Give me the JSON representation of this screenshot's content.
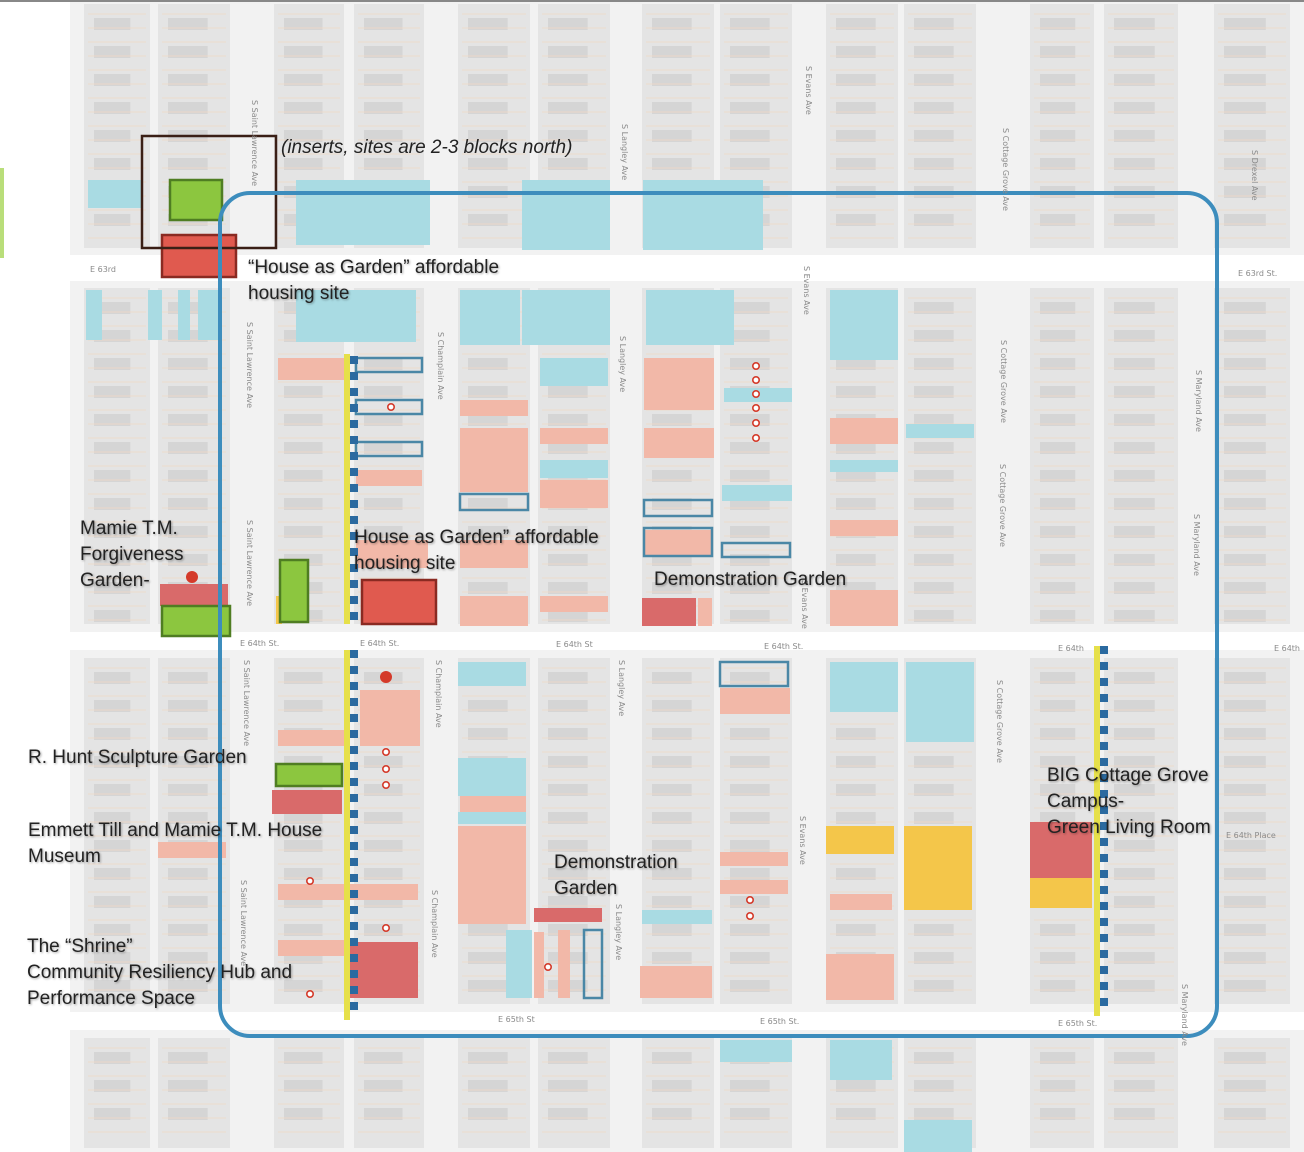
{
  "colors": {
    "background": "#f2f2f2",
    "block": "#dcdcdc",
    "street": "#ffffff",
    "boundary": "#3d8dbd",
    "vacant_lot": "#a9dbe3",
    "residential_lot": "#f2b8a8",
    "site_red": "#d96a6a",
    "garden_green": "#8cc63f",
    "yellow_lot": "#f4c64a",
    "corridor_yellow": "#e6e04a",
    "corridor_blue": "#2b6aa0",
    "insert_frame": "#3a1f16"
  },
  "insert_note": "(inserts, sites  are 2-3 blocks north)",
  "labels": {
    "house_garden_north": "“House as Garden” affordable\nhousing site",
    "house_garden_mid": "House as Garden” affordable\nhousing site",
    "mamie_forgiveness": "Mamie T.M.\nForgiveness\nGarden-",
    "demo_garden_east": "Demonstration Garden",
    "hunt_sculpture": "R. Hunt Sculpture Garden",
    "till_museum": "Emmett Till and Mamie T.M. House\nMuseum",
    "demo_garden_south": "Demonstration\nGarden",
    "shrine": "The “Shrine”\nCommunity Resiliency Hub and\nPerformance Space",
    "big_cottage": "BIG Cottage Grove\nCampus-\nGreen Living Room"
  },
  "streets": {
    "e63": "E 63rd St.",
    "e63_left": "E 63rd",
    "e64": "E 64th St.",
    "e64_b": "E 64th St",
    "e64_c": "E 64th",
    "e65": "E 65th St.",
    "e65_b": "E 65th St",
    "st_lawrence": "S Saint Lawrence Ave",
    "champlain": "S Champlain Ave",
    "langley": "S Langley Ave",
    "evans": "S Evans Ave",
    "cottage_grove": "S Cottage Grove Ave",
    "maryland": "S Maryland Ave",
    "drexel": "S Drexel Ave",
    "e64_place": "E 64th Place"
  }
}
